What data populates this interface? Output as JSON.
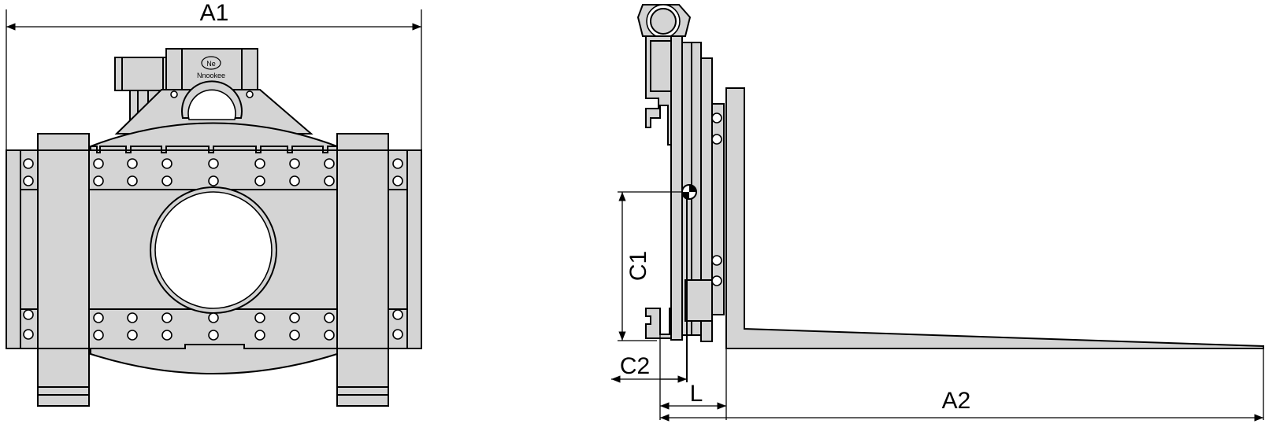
{
  "dimensions": {
    "a1": "A1",
    "a2": "A2",
    "c1": "C1",
    "c2": "C2",
    "l": "L"
  },
  "brand": {
    "name": "Nnookee",
    "monogram": "Ne"
  },
  "colors": {
    "part_fill": "#d4d4d4",
    "line": "#000000",
    "background": "#ffffff"
  }
}
